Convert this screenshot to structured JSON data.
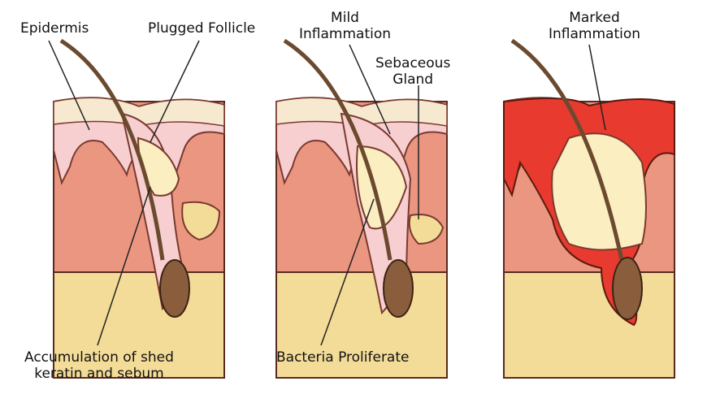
{
  "labels": {
    "epidermis": "Epidermis",
    "plugged_follicle": "Plugged Follicle",
    "mild_inflammation": [
      "Mild",
      "Inflammation"
    ],
    "sebaceous_gland": [
      "Sebaceous",
      "Gland"
    ],
    "marked_inflammation": [
      "Marked",
      "Inflammation"
    ],
    "accumulation": [
      "Accumulation of shed",
      "keratin and sebum"
    ],
    "bacteria": "Bacteria Proliferate"
  },
  "colors": {
    "dermis": "#eb9680",
    "epidermis": "#f7cfd0",
    "surface": "#f6e9cf",
    "fat": "#f3dc98",
    "plug": "#fbeec0",
    "hair": "#6b4a2f",
    "bulb": "#8a5e3c",
    "inflamed": "#e83a2f"
  }
}
